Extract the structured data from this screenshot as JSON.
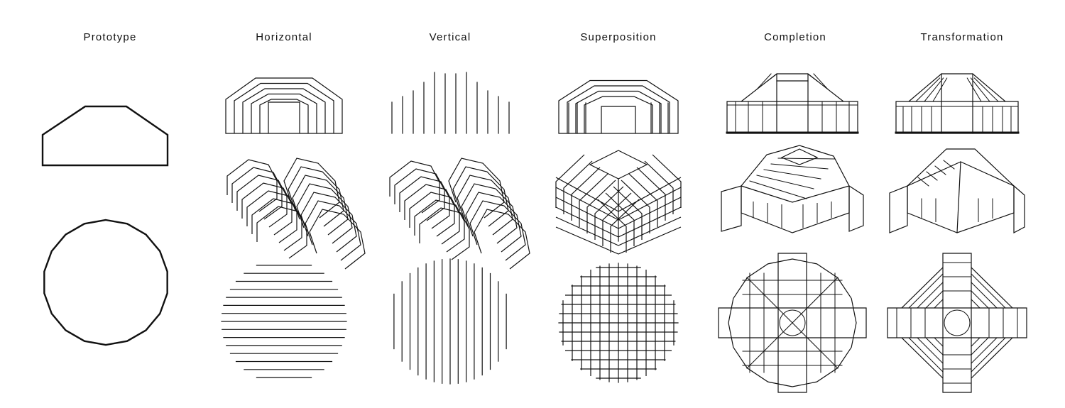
{
  "columns": [
    {
      "key": "prototype",
      "title": "Prototype"
    },
    {
      "key": "horizontal",
      "title": "Horizontal"
    },
    {
      "key": "vertical",
      "title": "Vertical"
    },
    {
      "key": "superposition",
      "title": "Superposition"
    },
    {
      "key": "completion",
      "title": "Completion"
    },
    {
      "key": "transformation",
      "title": "Transformation"
    }
  ],
  "style": {
    "stroke": "#111111",
    "background": "#ffffff"
  }
}
